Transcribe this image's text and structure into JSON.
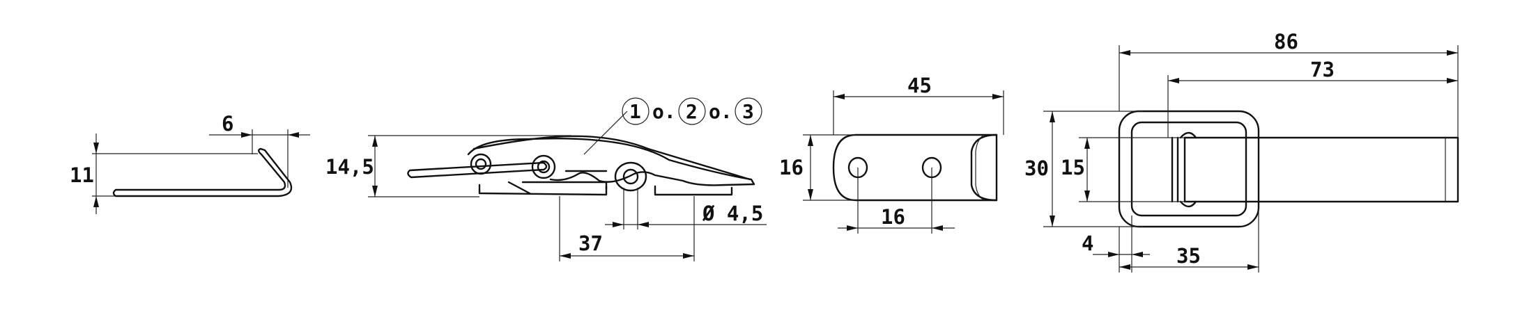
{
  "views": {
    "hook_side": {
      "height": "11",
      "width": "6"
    },
    "latch_side": {
      "height": "14,5",
      "length": "37",
      "hole_diameter": "Ø 4,5",
      "variants": {
        "v1": "1",
        "sep1": "o.",
        "v2": "2",
        "sep2": "o.",
        "v3": "3"
      }
    },
    "base_plate": {
      "width": "45",
      "height": "16",
      "hole_spacing": "16"
    },
    "latch_top": {
      "overall_length": "86",
      "inner_length": "73",
      "outer_height": "30",
      "inner_height": "15",
      "offset": "4",
      "loop_width": "35"
    }
  }
}
